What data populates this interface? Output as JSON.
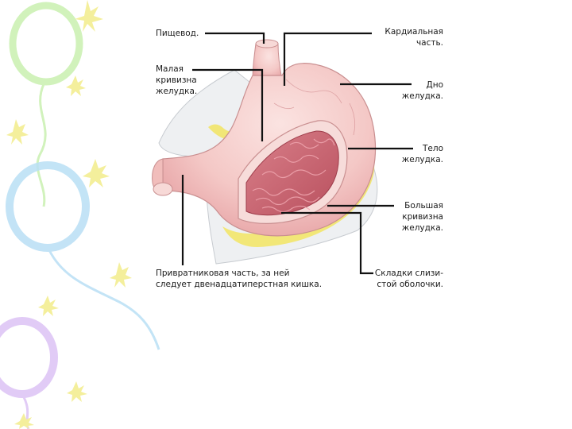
{
  "labels": {
    "esophagus": [
      "Пищевод."
    ],
    "cardia": [
      "Кардиальная",
      "часть."
    ],
    "lesser_curvature": [
      "Малая",
      "кривизна",
      "желудка."
    ],
    "fundus": [
      "Дно",
      "желудка."
    ],
    "body": [
      "Тело",
      "желудка."
    ],
    "greater_curvature": [
      "Большая",
      "кривизна",
      "желудка."
    ],
    "pylorus": [
      "Привратниковая часть, за ней",
      "следует двенадцатиперстная кишка."
    ],
    "mucosa_folds": [
      "Складки слизи-",
      "стой оболочки."
    ]
  },
  "colors": {
    "stomach_wall": "#f4c8c6",
    "stomach_shade": "#e7a4a6",
    "mucosa": "#c9606c",
    "fat": "#f2e56a",
    "membrane": "#eef0f2",
    "leader_line": "#111111",
    "balloon_green": "#c9f0b0",
    "balloon_blue": "#b9dff5",
    "balloon_purple": "#dcc3f5",
    "sparkle": "#f4ef9c"
  }
}
